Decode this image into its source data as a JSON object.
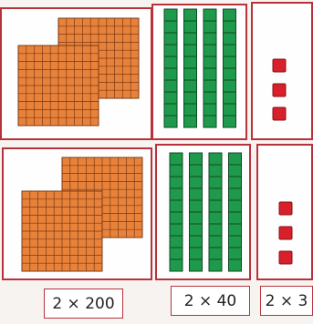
{
  "colors": {
    "hundreds_fill": "#e8823a",
    "grid_line": "#7a3a14",
    "tens_fill": "#1f9a4c",
    "tens_line": "#0d4a22",
    "ones_fill": "#d8202a",
    "border": "#b8323c"
  },
  "rows": [
    {
      "hundreds": 2,
      "tens": 4,
      "ones": 3
    },
    {
      "hundreds": 2,
      "tens": 4,
      "ones": 3
    }
  ],
  "labels": {
    "hundreds": "2 × 200",
    "tens": "2 × 40",
    "ones": "2 × 3"
  }
}
